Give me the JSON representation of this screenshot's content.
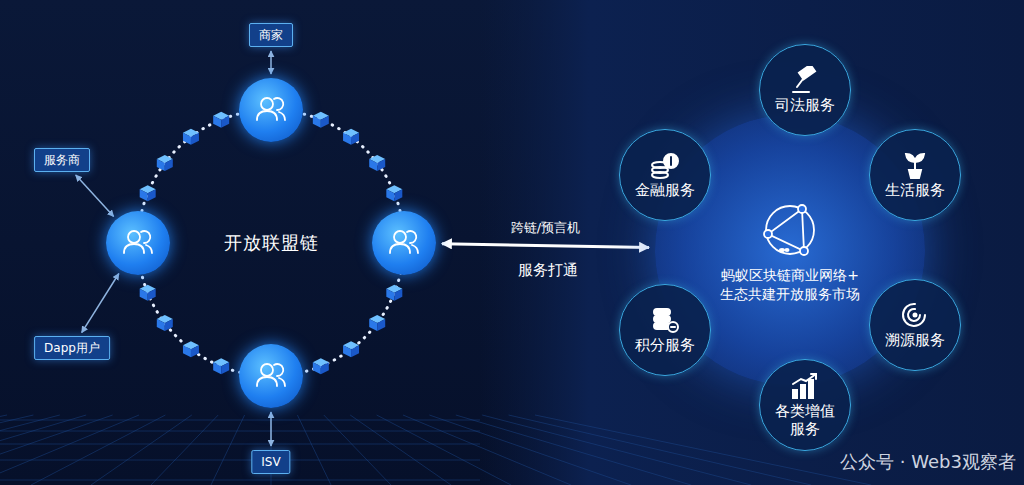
{
  "diagram": {
    "nodes": [
      {
        "text": [
          "开放联盟链"
        ]
      },
      {
        "text": [
          "商家"
        ]
      },
      {
        "text": [
          "服务商"
        ]
      },
      {
        "text": [
          "Dapp用户"
        ]
      },
      {
        "text": [
          "ISV"
        ]
      },
      {
        "text": [
          "蚂蚁区块链商业网络+ 生态共建开放服务市场"
        ]
      },
      {
        "text": [
          "司法服务"
        ],
        "in": 5
      },
      {
        "text": [
          "金融服务"
        ],
        "in": 5
      },
      {
        "text": [
          "生活服务"
        ],
        "in": 5
      },
      {
        "text": [
          "积分服务"
        ],
        "in": 5
      },
      {
        "text": [
          "溯源服务"
        ],
        "in": 5
      },
      {
        "text": [
          "各类增值服务"
        ],
        "in": 5
      }
    ],
    "edges": [
      {
        "from": 1,
        "to": 0,
        "arrow": "both"
      },
      {
        "from": 2,
        "to": 0,
        "arrow": "both"
      },
      {
        "from": 3,
        "to": 0,
        "arrow": "both"
      },
      {
        "from": 4,
        "to": 0,
        "arrow": "both"
      },
      {
        "from": 0,
        "to": 5,
        "label": "跨链/预言机",
        "arrow": "both"
      }
    ],
    "labels": [
      "服务打通",
      "公众号 · Web3观察者"
    ]
  }
}
